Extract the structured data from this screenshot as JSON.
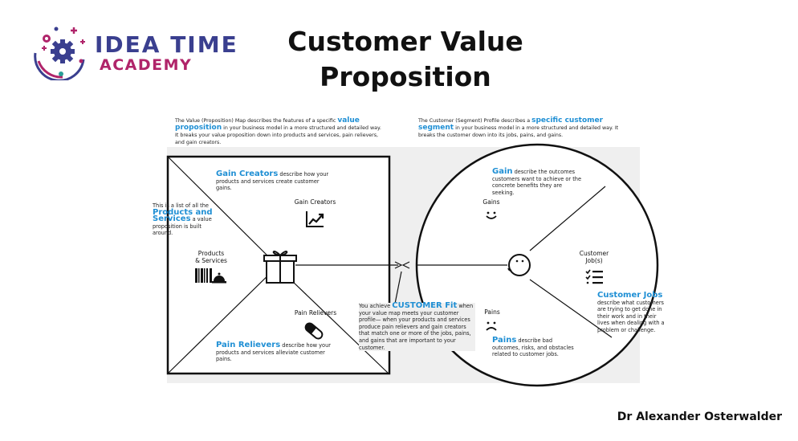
{
  "logo": {
    "line1": "IDEA TIME",
    "line2": "ACADEMY"
  },
  "title": {
    "line1": "Customer Value",
    "line2": "Proposition"
  },
  "value_map_desc": {
    "pre": "The Value (Proposition) Map describes the features of a specific ",
    "highlight": "value proposition",
    "post": " in your business model in a more structured and detailed way. It breaks your value proposition down into products and services, pain relievers, and gain creators."
  },
  "customer_profile_desc": {
    "pre": "The Customer (Segment) Profile describes a ",
    "highlight": "specific customer segment",
    "post": " in your business model in a more structured and detailed way. It breaks the customer down into its jobs, pains, and gains."
  },
  "value_map": {
    "gain_creators_title": "Gain Creators",
    "gain_creators_text": " describe how your products and services create customer gains.",
    "gain_creators_label": "Gain Creators",
    "products_label_1": "Products",
    "products_label_2": "& Services",
    "products_note_pre": "This is a list of all the",
    "products_note_highlight": "Products and Services",
    "products_note_post": " a value proposition is built around.",
    "pain_relievers_label": "Pain Relievers",
    "pain_relievers_title": "Pain Relievers",
    "pain_relievers_text": " describe how your products and services alleviate customer pains."
  },
  "customer_profile": {
    "gain_title": "Gain",
    "gain_text": " describe the outcomes customers want to achieve or the concrete benefits they are seeking.",
    "gains_label": "Gains",
    "jobs_label_1": "Customer",
    "jobs_label_2": "Job(s)",
    "jobs_title": "Customer Jobs",
    "jobs_text": " describe what customers are trying to get done in their work and in their lives when dealing with a problem or challenge.",
    "pains_label": "Pains",
    "pains_title": "Pains",
    "pains_text": " describe bad outcomes, risks, and obstacles related to customer jobs."
  },
  "fit": {
    "pre": "You achieve ",
    "highlight": "CUSTOMER Fit",
    "post": " when your value map meets your customer profile— when your products and services produce pain relievers and gain creators that match one or more of the jobs, pains, and gains that are important to your customer."
  },
  "credit": "Dr Alexander Osterwalder",
  "colors": {
    "brand_blue": "#3a3f8f",
    "brand_magenta": "#b0246a",
    "accent_blue": "#1f8fd4"
  }
}
